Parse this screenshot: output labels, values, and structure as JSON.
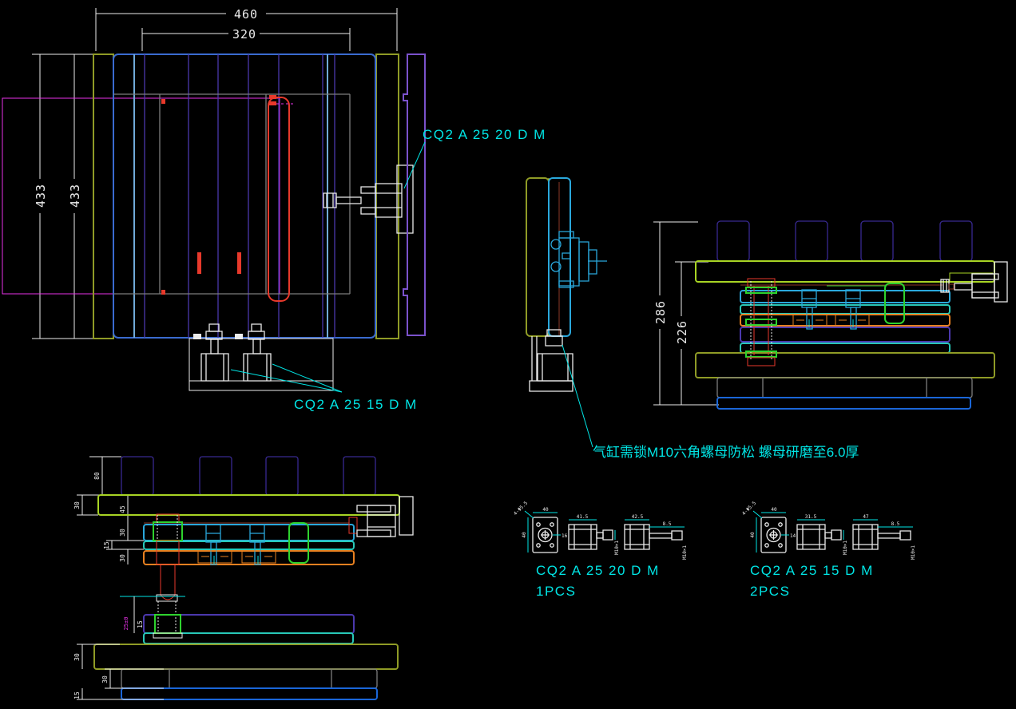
{
  "app": {
    "background": "#000000",
    "type": "cad-2d-drawing"
  },
  "colors": {
    "dimension_white": "#ececec",
    "label_cyan": "#00e5e5",
    "magenta": "#e832e8",
    "red": "#e8392b",
    "dark_red": "#8b3a28",
    "main_blue": "#3a6bd0",
    "light_blue": "#70aad8",
    "purple_line": "#4b38ad",
    "violet_plate": "#7b52cc",
    "indigo_post": "#382990",
    "olive": "#8f9b26",
    "chartreuse": "#a8d424",
    "yellow": "#d6d630",
    "gray": "#7d7d7d",
    "orange": "#e88020",
    "green": "#2ed32e",
    "teal": "#28c8b8",
    "sky_blue": "#2aa8dc",
    "bottom_blue": "#1a66d8"
  },
  "labels": {
    "top_cylinder": "CQ2 A 25 20 D M",
    "bottom_cylinder": "CQ2 A 25 15 D M",
    "note": "气缸需锁M10六角螺母防松 螺母研磨至6.0厚"
  },
  "plan": {
    "w_outer": "460",
    "w_inner": "320",
    "h_left": "433",
    "h_right": "433"
  },
  "side_right": {
    "total": "286",
    "stack": "226"
  },
  "side_left": {
    "upper": [
      "80",
      "30",
      "45",
      "30",
      "15",
      "30"
    ],
    "lower": [
      "25±0",
      "15",
      "30",
      "30",
      "15"
    ]
  },
  "details": [
    {
      "title": "CQ2 A 25 20 D M",
      "qty": "1PCS",
      "dims": [
        "40",
        "40",
        "4-Φ5.5",
        "16",
        "41.5",
        "M10×1",
        "42.5",
        "8.5",
        "M10×1"
      ]
    },
    {
      "title": "CQ2 A 25 15 D M",
      "qty": "2PCS",
      "dims": [
        "40",
        "40",
        "4-Φ5.5",
        "14",
        "31.5",
        "M10×1",
        "47",
        "8.5",
        "M10×1"
      ]
    }
  ]
}
